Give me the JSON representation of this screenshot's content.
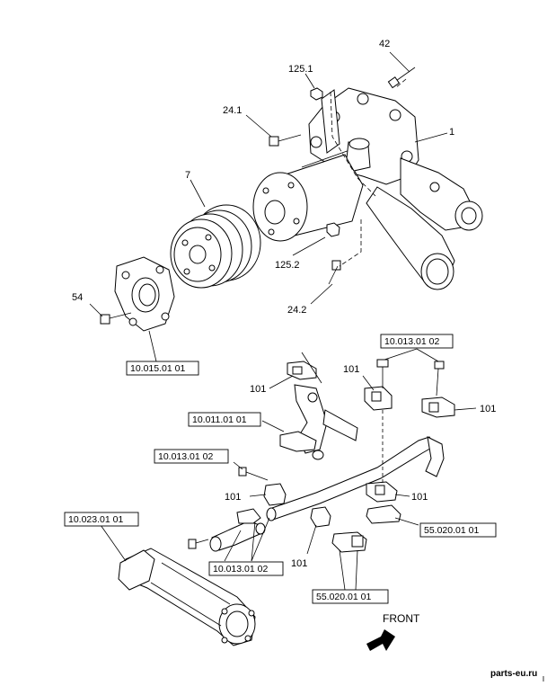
{
  "callouts": {
    "c42": "42",
    "c125_1": "125.1",
    "c24_1": "24.1",
    "c1": "1",
    "c7": "7",
    "c125_2": "125.2",
    "c24_2": "24.2",
    "c54": "54",
    "c101_a": "101",
    "c101_b": "101",
    "c101_c": "101",
    "c101_d": "101",
    "c101_e": "101",
    "c101_f": "101"
  },
  "references": {
    "r_10_015": "10.015.01 01",
    "r_10_013_top": "10.013.01 02",
    "r_10_011": "10.011.01 01",
    "r_10_013_mid": "10.013.01 02",
    "r_10_023": "10.023.01 01",
    "r_10_013_bot": "10.013.01 02",
    "r_55_020_right": "55.020.01 01",
    "r_55_020_bot": "55.020.01 01"
  },
  "front_label": "FRONT",
  "watermark": "parts-eu.ru"
}
